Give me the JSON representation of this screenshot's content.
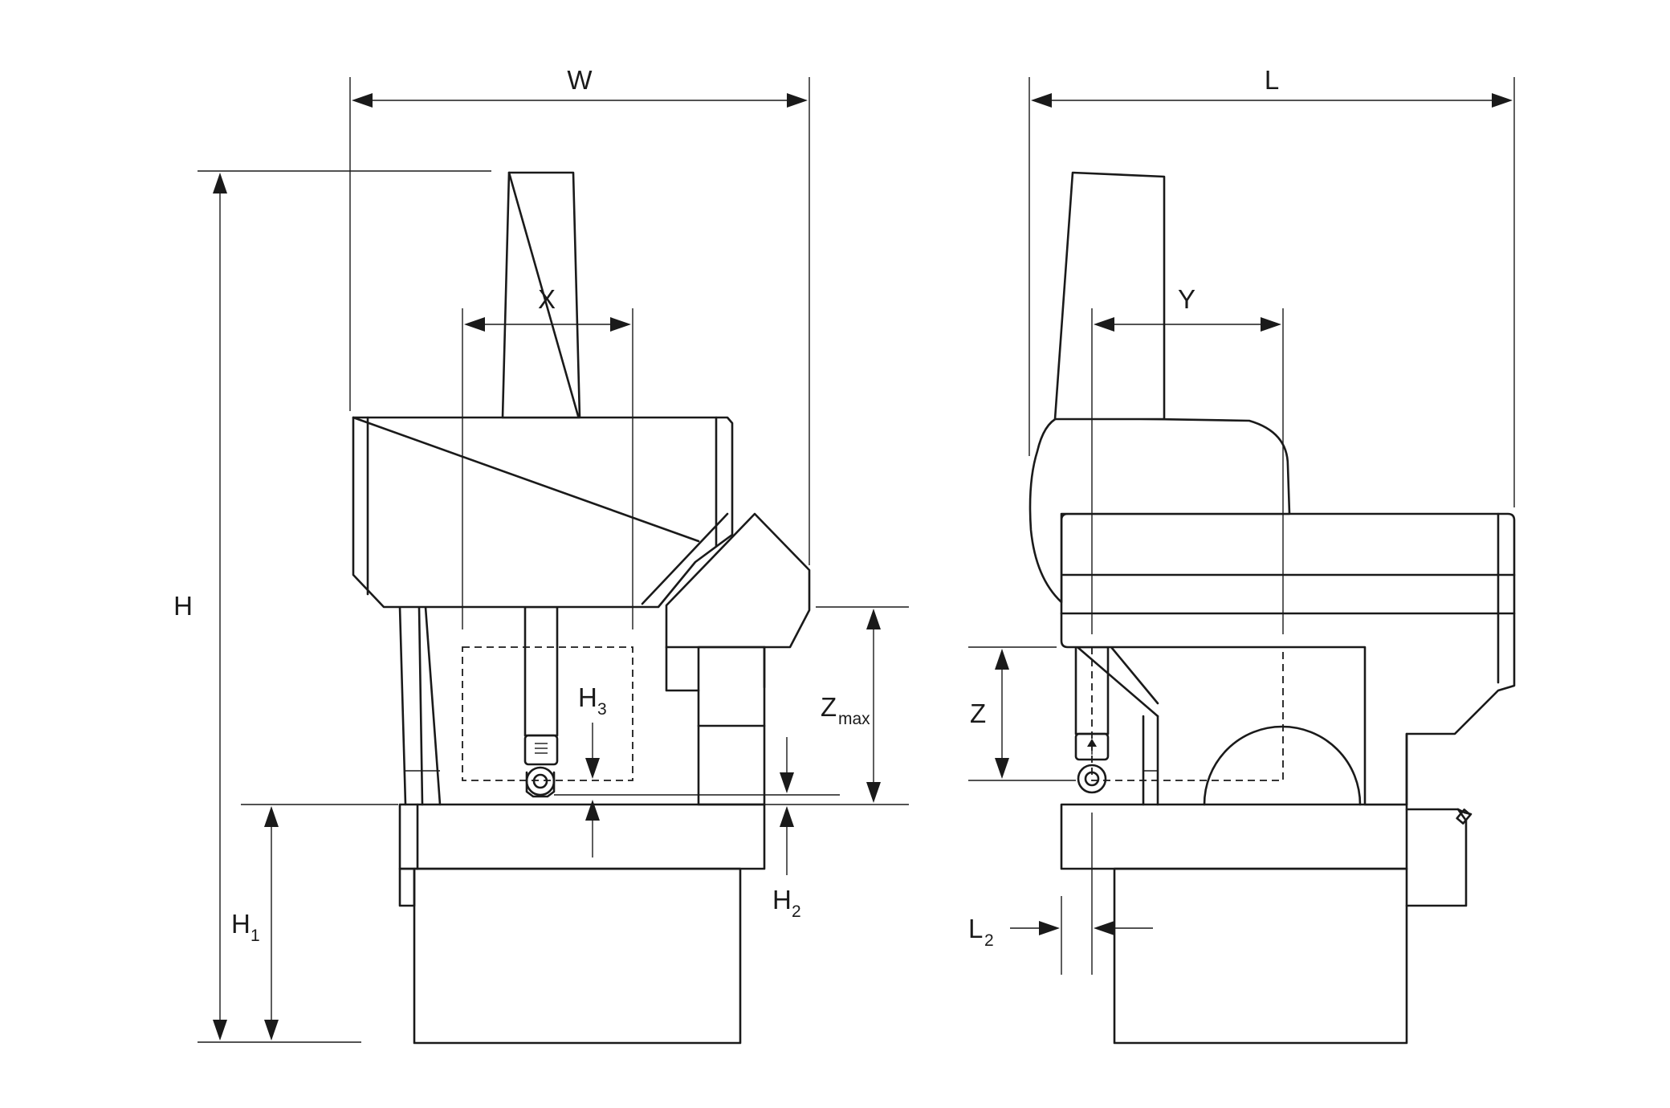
{
  "labels": {
    "W": "W",
    "L": "L",
    "X": "X",
    "Y": "Y",
    "H": "H",
    "H1_main": "H",
    "H1_sub": "1",
    "H2_main": "H",
    "H2_sub": "2",
    "H3_main": "H",
    "H3_sub": "3",
    "Zmax_main": "Z",
    "Zmax_sub": "max",
    "Z": "Z",
    "L2_main": "L",
    "L2_sub": "2"
  }
}
